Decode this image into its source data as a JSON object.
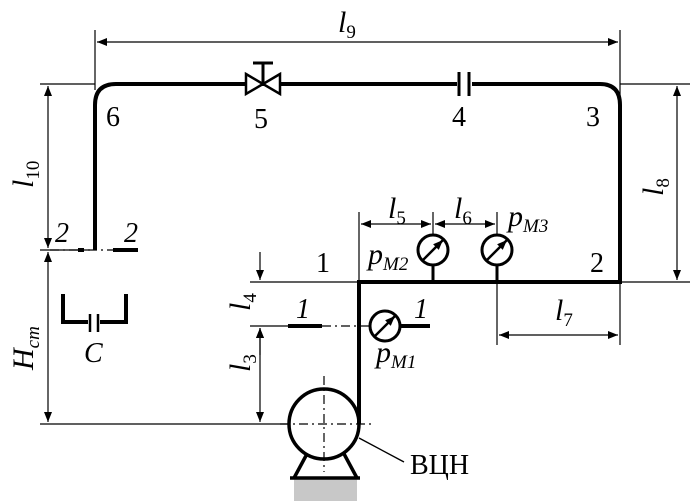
{
  "labels": {
    "l9": {
      "main": "l",
      "sub": "9"
    },
    "l10": {
      "main": "l",
      "sub": "10"
    },
    "l8": {
      "main": "l",
      "sub": "8"
    },
    "l5": {
      "main": "l",
      "sub": "5"
    },
    "l6": {
      "main": "l",
      "sub": "6"
    },
    "l7": {
      "main": "l",
      "sub": "7"
    },
    "l4": {
      "main": "l",
      "sub": "4"
    },
    "l3": {
      "main": "l",
      "sub": "3"
    },
    "hst": {
      "main": "H",
      "sub": "ст"
    },
    "pm1": {
      "main": "p",
      "sub": "М1"
    },
    "pm2": {
      "main": "p",
      "sub": "М2"
    },
    "pm3": {
      "main": "p",
      "sub": "М3"
    }
  },
  "points": {
    "p6": "6",
    "p5": "5",
    "p4": "4",
    "p3": "3",
    "p1": "1",
    "p2": "2"
  },
  "sections": {
    "s22_left": "2",
    "s22_right": "2",
    "s11_left": "1",
    "s11_right": "1"
  },
  "tank": "C",
  "pump": "ВЦН"
}
